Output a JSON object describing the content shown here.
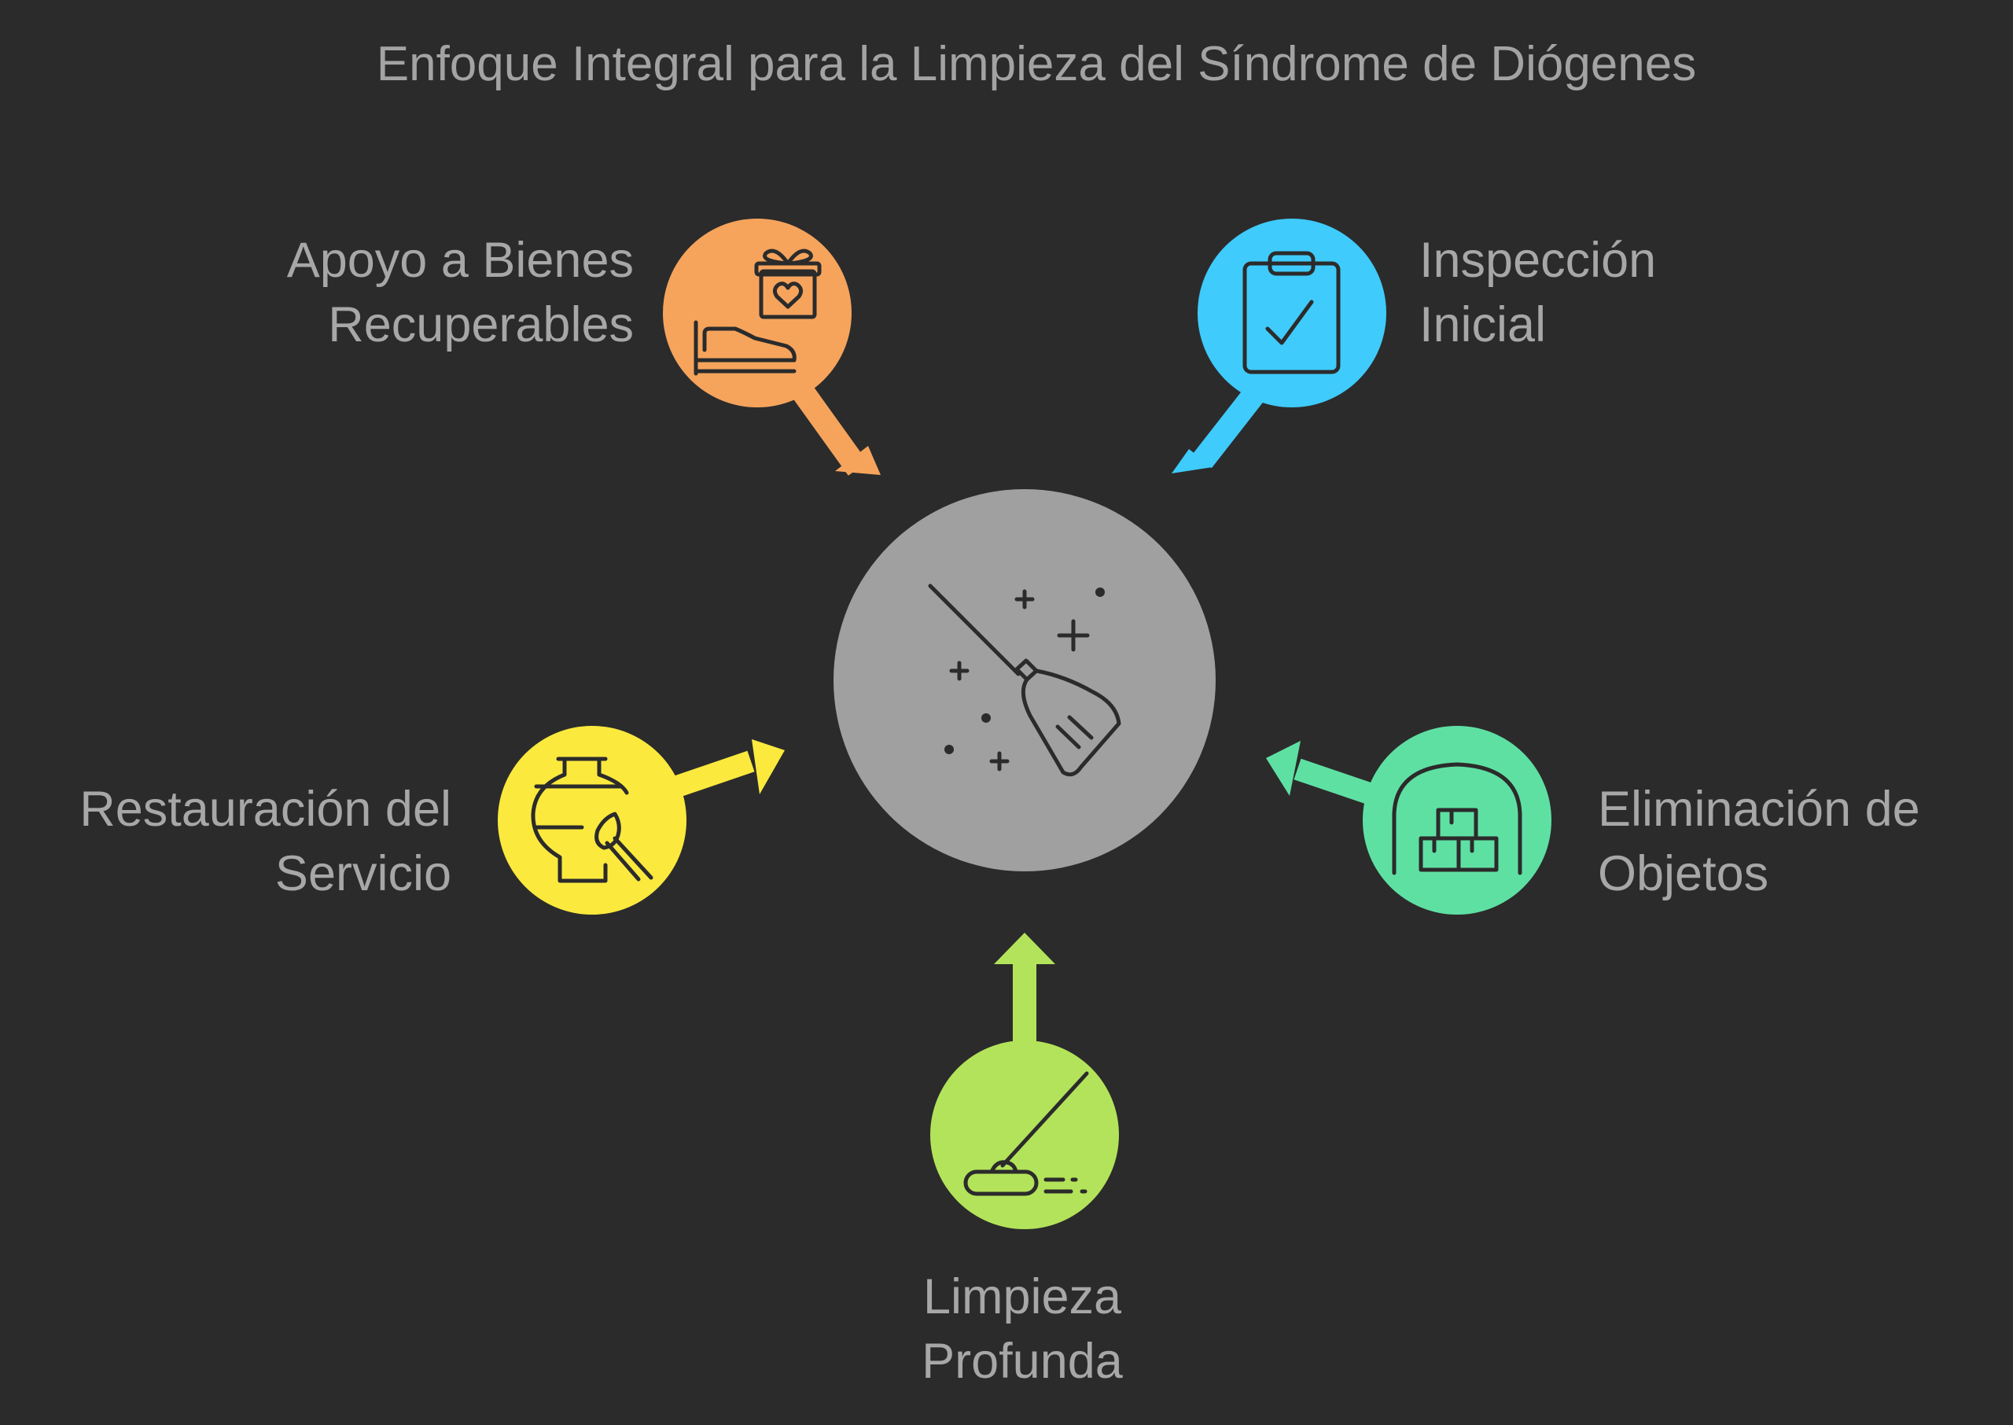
{
  "title": "Enfoque Integral para la Limpieza del Síndrome de Diógenes",
  "center": {
    "icon": "broom-sparkles-icon",
    "color": "#a0a0a0"
  },
  "nodes": {
    "apoyo": {
      "lines": [
        "Apoyo a Bienes",
        "Recuperables"
      ],
      "icon": "gift-heart-bed-icon",
      "color": "#f6a45c"
    },
    "inspeccion": {
      "lines": [
        "Inspección",
        "Inicial"
      ],
      "icon": "clipboard-check-icon",
      "color": "#3fcbfb"
    },
    "restauracion": {
      "lines": [
        "Restauración del",
        "Servicio"
      ],
      "icon": "vase-brush-icon",
      "color": "#fbe93e"
    },
    "eliminacion": {
      "lines": [
        "Eliminación de",
        "Objetos"
      ],
      "icon": "boxes-storage-icon",
      "color": "#5fe0a3"
    },
    "limpieza": {
      "lines": [
        "Limpieza",
        "Profunda"
      ],
      "icon": "mop-icon",
      "color": "#b3e35a"
    }
  }
}
